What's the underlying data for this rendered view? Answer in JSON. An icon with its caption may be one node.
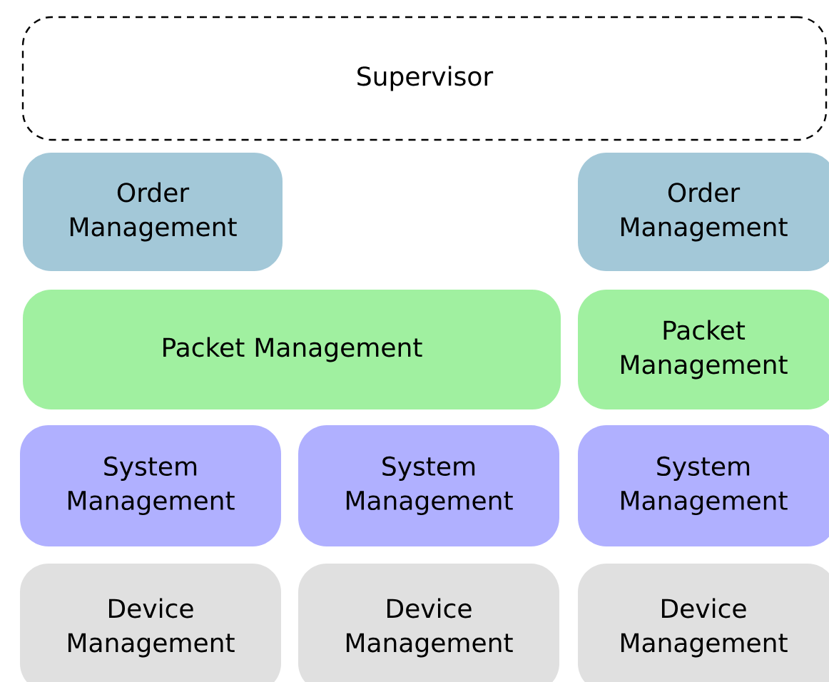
{
  "diagram": {
    "nodes": [
      {
        "text": [
          "Supervisor"
        ]
      },
      {
        "text": [
          "Order Management"
        ]
      },
      {
        "text": [
          "Order Management"
        ]
      },
      {
        "text": [
          "Packet Management"
        ]
      },
      {
        "text": [
          "Packet Management"
        ]
      },
      {
        "text": [
          "System Management"
        ]
      },
      {
        "text": [
          "System Management"
        ]
      },
      {
        "text": [
          "System Management"
        ]
      },
      {
        "text": [
          "Device Management"
        ]
      },
      {
        "text": [
          "Device Management"
        ]
      },
      {
        "text": [
          "Device Management"
        ]
      }
    ]
  }
}
